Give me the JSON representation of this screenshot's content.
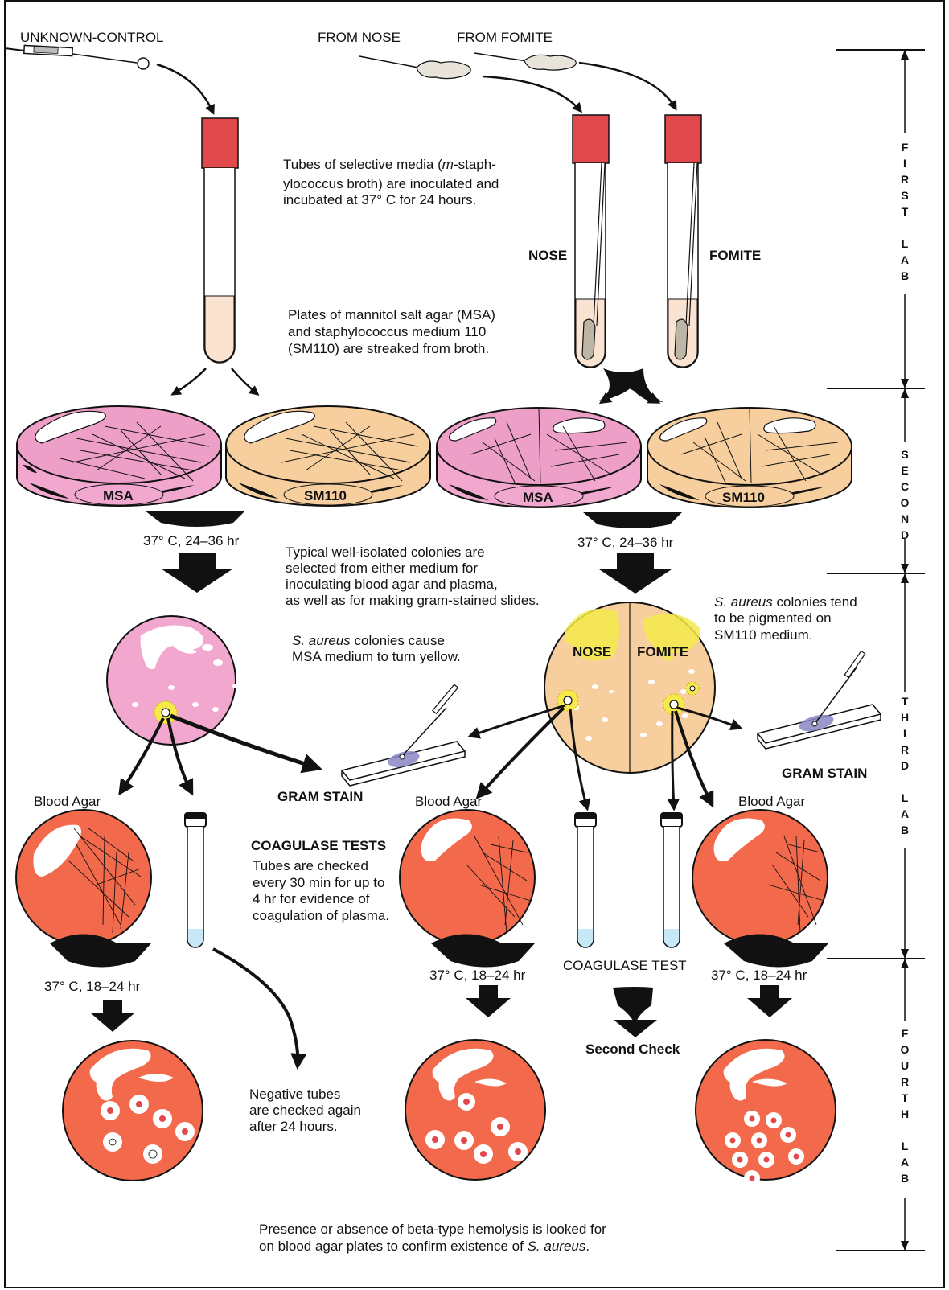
{
  "labels": {
    "unknown_control": "UNKNOWN-CONTROL",
    "from_nose": "FROM NOSE",
    "from_fomite": "FROM FOMITE",
    "nose": "NOSE",
    "fomite": "FOMITE",
    "msa": "MSA",
    "sm110": "SM110",
    "incubate_plates": "37° C, 24–36 hr",
    "incubate_blood": "37° C, 18–24 hr",
    "gram_stain": "GRAM STAIN",
    "blood_agar": "Blood Agar",
    "coagulase_test": "COAGULASE TEST",
    "coagulase_tests_heading": "COAGULASE TESTS",
    "second_check": "Second Check"
  },
  "notes": {
    "tubes_line1_pre": "Tubes of selective media (",
    "tubes_line1_italic": "m",
    "tubes_line1_post": "-staph-",
    "tubes_line2": "ylococcus broth) are inoculated and",
    "tubes_line3": "incubated at 37° C for 24 hours.",
    "plates_line1": "Plates of mannitol salt agar (MSA)",
    "plates_line2": "and staphylococcus medium 110",
    "plates_line3": "(SM110) are streaked from broth.",
    "colonies_line1": "Typical well-isolated colonies are",
    "colonies_line2": "selected from either medium for",
    "colonies_line3": "inoculating blood agar and plasma,",
    "colonies_line4": "as well as for making gram-stained slides.",
    "msa_italic": "S. aureus",
    "msa_line1_post": " colonies cause",
    "msa_line2": "MSA medium to turn yellow.",
    "sm_italic": "S. aureus",
    "sm_line1_post": " colonies tend",
    "sm_line2": "to be pigmented on",
    "sm_line3": "SM110 medium.",
    "coag_line1": "Tubes are checked",
    "coag_line2": "every 30 min for up to",
    "coag_line3": "4 hr  for evidence of",
    "coag_line4": "coagulation of plasma.",
    "neg_line1": "Negative tubes",
    "neg_line2": "are checked again",
    "neg_line3": "after 24 hours.",
    "final_line1": "Presence or absence of beta-type hemolysis is looked for",
    "final_line2_pre": "on blood agar plates to confirm existence of ",
    "final_line2_italic": "S. aureus",
    "final_line2_post": "."
  },
  "labs": {
    "first": [
      "F",
      "I",
      "R",
      "S",
      "T",
      "",
      "L",
      "A",
      "B"
    ],
    "second": [
      "S",
      "E",
      "C",
      "O",
      "N",
      "D"
    ],
    "third": [
      "T",
      "H",
      "I",
      "R",
      "D",
      "",
      "L",
      "A",
      "B"
    ],
    "fourth": [
      "F",
      "O",
      "U",
      "R",
      "T",
      "H",
      "",
      "L",
      "A",
      "B"
    ]
  },
  "colors": {
    "cap_red": "#e0484b",
    "msa_pink": "#ee9fc8",
    "msa_plate_pink": "#f2a7cf",
    "sm110_tan": "#f7cf9e",
    "blood_red": "#f26a4b",
    "colony_yellow": "#f5ea4a",
    "gram_purple": "#8a86c6",
    "plasma_blue": "#c7e8f6",
    "broth_tint": "#fbe3d2"
  }
}
